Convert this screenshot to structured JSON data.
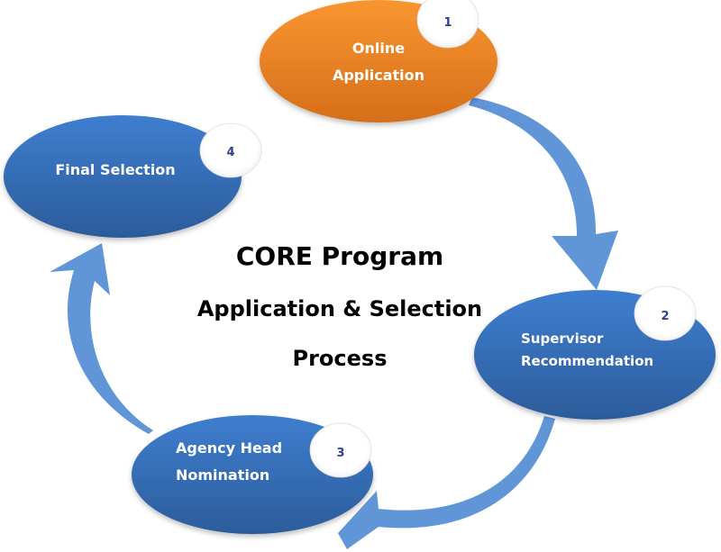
{
  "title": {
    "line1": "CORE Program",
    "line2": "Application & Selection",
    "line3": "Process"
  },
  "steps": [
    {
      "number": "1",
      "label_line1": "Online",
      "label_line2": "Application",
      "color": "#f08a2a"
    },
    {
      "number": "2",
      "label_line1": "Supervisor",
      "label_line2": "Recommendation",
      "color": "#3a74c0"
    },
    {
      "number": "3",
      "label_line1": "Agency Head",
      "label_line2": "Nomination",
      "color": "#3a74c0"
    },
    {
      "number": "4",
      "label_line1": "Final Selection",
      "label_line2": "",
      "color": "#3a74c0"
    }
  ],
  "colors": {
    "arrow": "#6096d8",
    "orange_top": "#f7922e",
    "orange_bottom": "#d8701c",
    "blue_top": "#3d7ccc",
    "blue_bottom": "#2c5f9e",
    "badge_text": "#2f3f8f"
  }
}
